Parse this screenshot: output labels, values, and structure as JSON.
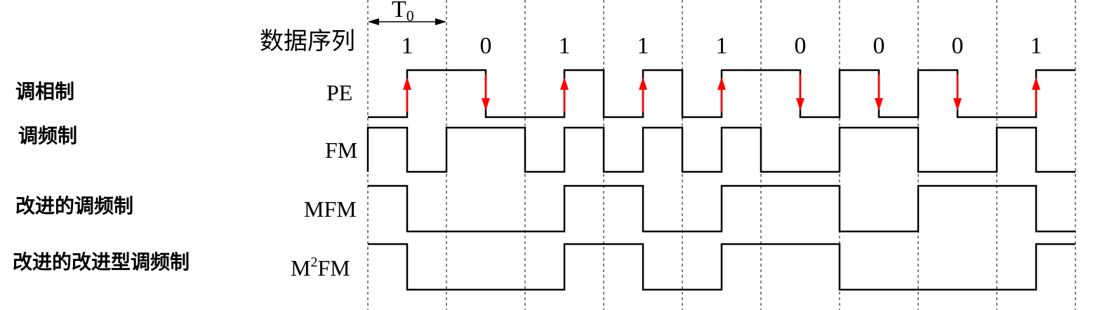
{
  "period_label": "T",
  "period_sub": "0",
  "data_seq_label": "数据序列",
  "bits": [
    "1",
    "0",
    "1",
    "1",
    "1",
    "0",
    "0",
    "0",
    "1"
  ],
  "rows": [
    {
      "key": "pe",
      "left_label": "调相制",
      "right_label": "PE",
      "sup": ""
    },
    {
      "key": "fm",
      "left_label": "调频制",
      "right_label": "FM",
      "sup": ""
    },
    {
      "key": "mfm",
      "left_label": "改进的调频制",
      "right_label": "MFM",
      "sup": ""
    },
    {
      "key": "m2fm",
      "left_label": "改进的改进型调频制",
      "right_label": "M",
      "sup": "2",
      "right_label_rest": "FM"
    }
  ],
  "colors": {
    "line": "#000000",
    "transition_arrow": "#ff0000"
  }
}
